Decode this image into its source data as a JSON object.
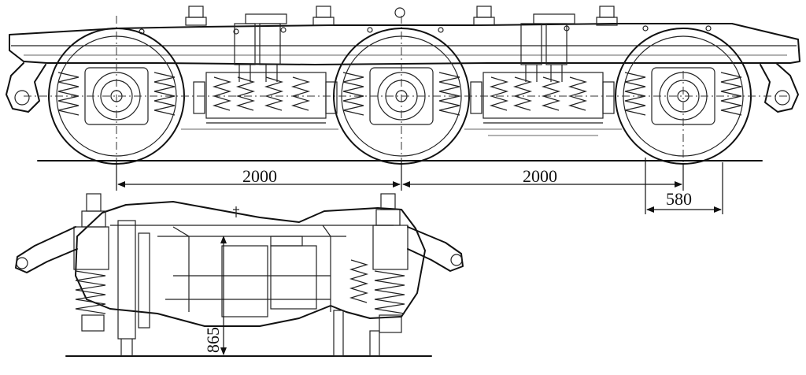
{
  "dimensions": {
    "axle_spacing_1": "2000",
    "axle_spacing_2": "2000",
    "end_offset": "580",
    "height": "865"
  },
  "colors": {
    "line": "#111111",
    "background": "#ffffff"
  }
}
